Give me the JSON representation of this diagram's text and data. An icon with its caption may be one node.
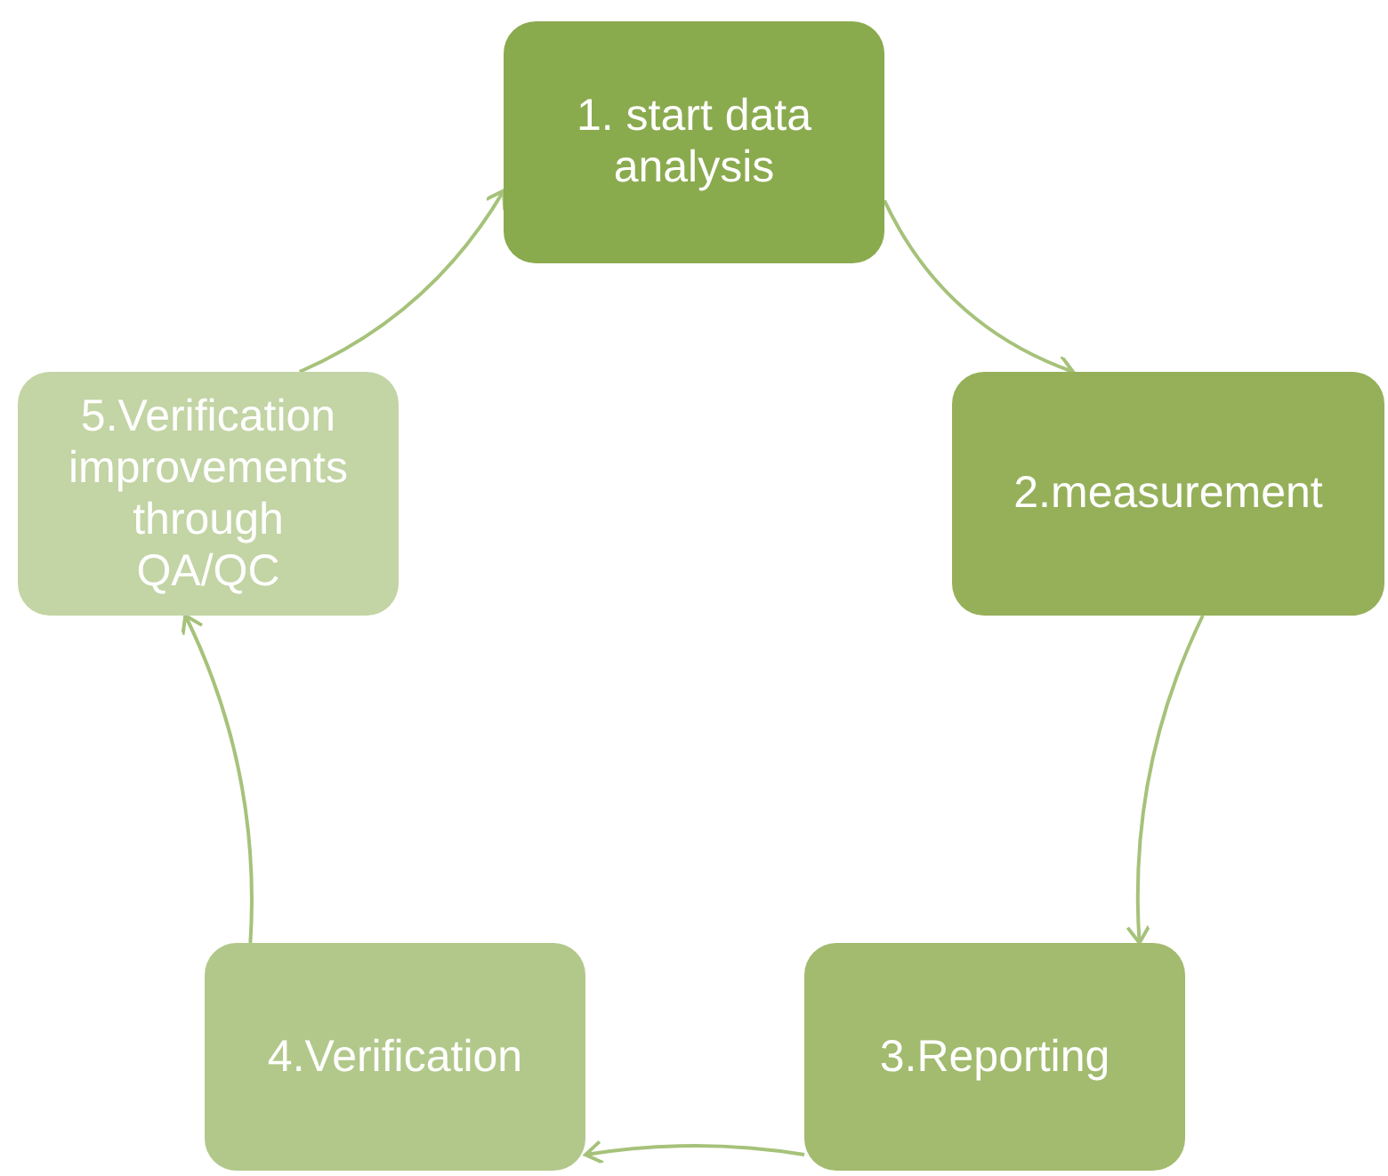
{
  "diagram": {
    "nodes": [
      {
        "text": [
          "1. start data analysis"
        ]
      },
      {
        "text": [
          "2.measurement"
        ]
      },
      {
        "text": [
          "3.Reporting"
        ]
      },
      {
        "text": [
          "4.Verification"
        ]
      },
      {
        "text": [
          "5.Verification improvements through QA/QC"
        ]
      }
    ],
    "edges": [
      {
        "from": 0,
        "to": 1,
        "arrow": "to"
      },
      {
        "from": 1,
        "to": 2,
        "arrow": "to"
      },
      {
        "from": 2,
        "to": 3,
        "arrow": "to"
      },
      {
        "from": 3,
        "to": 4,
        "arrow": "to"
      },
      {
        "from": 4,
        "to": 0,
        "arrow": "to"
      }
    ]
  }
}
